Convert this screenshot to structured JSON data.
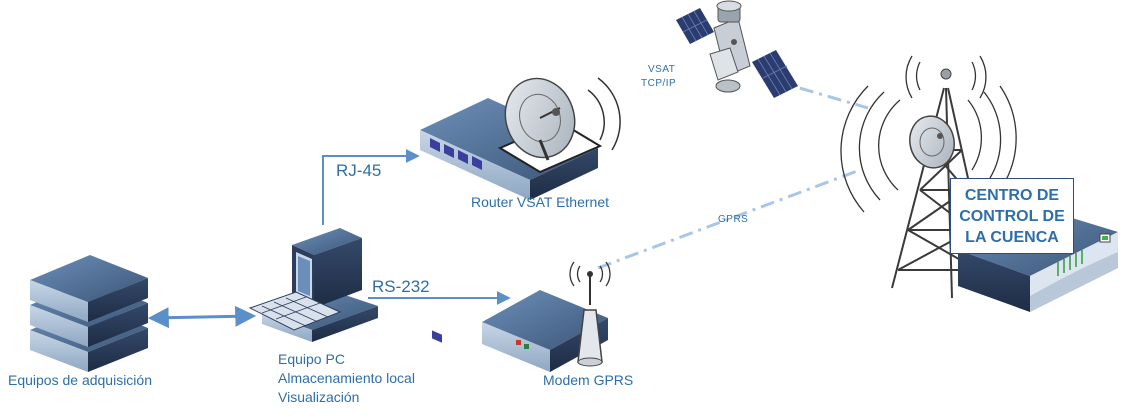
{
  "nodes": {
    "acquisition": {
      "label": "Equipos de adquisición"
    },
    "pc": {
      "lines": [
        "Equipo PC",
        "Almacenamiento local",
        "Visualización"
      ]
    },
    "router": {
      "label": "Router VSAT Ethernet"
    },
    "modem": {
      "label": "Modem GPRS"
    },
    "control_center": {
      "label": "CENTRO DE\nCONTROL DE\nLA CUENCA"
    }
  },
  "links": {
    "rj45": "RJ-45",
    "rs232": "RS-232",
    "vsat": [
      "VSAT",
      "TCP/IP"
    ],
    "gprs": "GPRS"
  },
  "colors": {
    "label_text": "#2e6fa8",
    "device_top": "#4a6890",
    "device_side": "#2c3e5c",
    "connector_line": "#5b8fc9",
    "wireless_dash": "#a9c6e6",
    "tower_steel": "#3a3a3a"
  }
}
